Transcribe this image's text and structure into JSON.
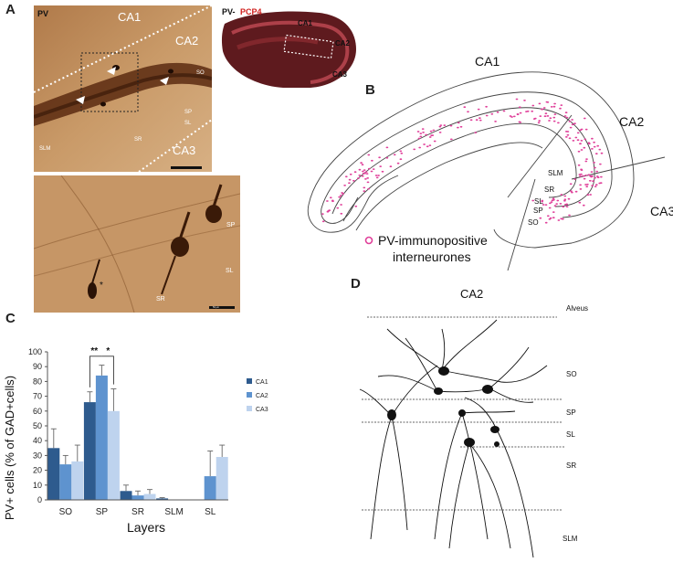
{
  "panelA": {
    "letter": "A",
    "top": {
      "stain": "PV",
      "regions": {
        "ca1": "CA1",
        "ca2": "CA2",
        "ca3": "CA3"
      },
      "layers": {
        "so": "SO",
        "sp": "SP",
        "sl": "SL",
        "sr": "SR",
        "slm": "SLM"
      }
    },
    "inset": {
      "stain_pv": "PV-",
      "stain_pcp": "PCP4",
      "regions": {
        "ca1": "CA1",
        "ca2": "CA2",
        "ca3": "CA3"
      }
    },
    "bottom": {
      "layers": {
        "sp": "SP",
        "sl": "SL",
        "sr": "SR"
      },
      "scalebar": "50 μm"
    },
    "colors": {
      "tissue": "#c89a6a",
      "band": "#5b2a10",
      "inset_bg": "#5e1a1e"
    }
  },
  "panelB": {
    "letter": "B",
    "regions": {
      "ca1": "CA1",
      "ca2": "CA2",
      "ca3": "CA3"
    },
    "layers": {
      "slm": "SLM",
      "sr": "SR",
      "sl": "SL",
      "sp": "SP",
      "so": "SO"
    },
    "legend_line1": "PV-immunopositive",
    "legend_line2": "interneurones",
    "dot_color": "#e0409a"
  },
  "panelC": {
    "letter": "C",
    "significance": {
      "left": "**",
      "right": "*"
    }
  },
  "panelD": {
    "letter": "D",
    "title": "CA2",
    "layers": {
      "alveus": "Alveus",
      "so": "SO",
      "sp": "SP",
      "sl": "SL",
      "sr": "SR",
      "slm": "SLM"
    }
  },
  "chart_data": {
    "type": "bar",
    "ylabel": "PV+ cells (% of GAD+cells)",
    "xlabel": "Layers",
    "categories": [
      "SO",
      "SP",
      "SR",
      "SLM",
      "SL"
    ],
    "ylim": [
      0,
      100
    ],
    "yticks": [
      0,
      10,
      20,
      30,
      40,
      50,
      60,
      70,
      80,
      90,
      100
    ],
    "legend_position": "right",
    "series": [
      {
        "name": "CA1",
        "color": "#2e5b8e",
        "values": [
          35,
          66,
          6,
          1,
          null
        ],
        "errors": [
          13,
          7,
          4,
          0.5,
          null
        ]
      },
      {
        "name": "CA2",
        "color": "#5e93cf",
        "values": [
          24,
          84,
          3,
          0,
          16
        ],
        "errors": [
          6,
          7,
          3,
          0,
          17
        ]
      },
      {
        "name": "CA3",
        "color": "#bed3ee",
        "values": [
          26,
          60,
          4,
          0,
          29
        ],
        "errors": [
          11,
          15,
          3,
          0,
          8
        ]
      }
    ]
  }
}
